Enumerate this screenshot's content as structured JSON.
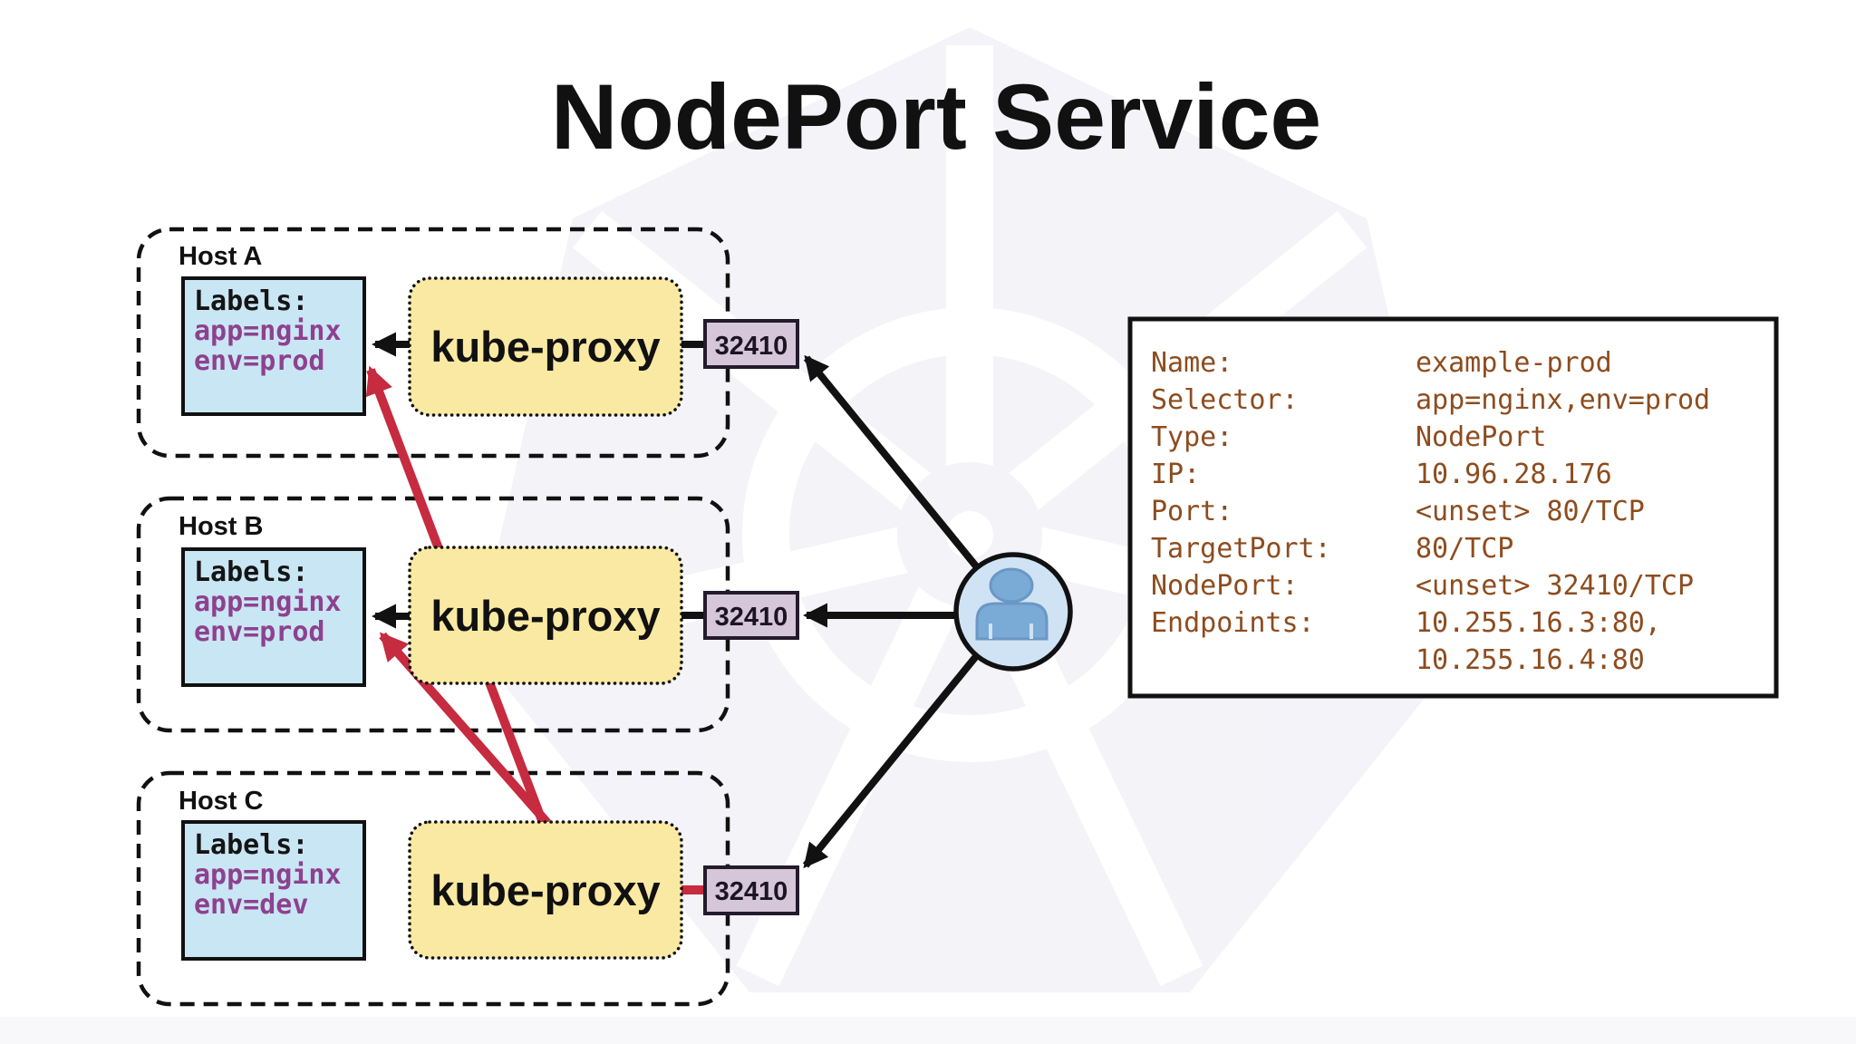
{
  "title": "NodePort Service",
  "hosts": [
    {
      "name": "Host A",
      "pod": {
        "heading": "Labels:",
        "labels": [
          "app=nginx",
          "env=prod"
        ]
      },
      "proxy": "kube-proxy",
      "node_port": "32410"
    },
    {
      "name": "Host B",
      "pod": {
        "heading": "Labels:",
        "labels": [
          "app=nginx",
          "env=prod"
        ]
      },
      "proxy": "kube-proxy",
      "node_port": "32410"
    },
    {
      "name": "Host C",
      "pod": {
        "heading": "Labels:",
        "labels": [
          "app=nginx",
          "env=dev"
        ]
      },
      "proxy": "kube-proxy",
      "node_port": "32410"
    }
  ],
  "service_info": {
    "rows": [
      {
        "label": "Name:",
        "value": "example-prod"
      },
      {
        "label": "Selector:",
        "value": "app=nginx,env=prod"
      },
      {
        "label": "Type:",
        "value": "NodePort"
      },
      {
        "label": "IP:",
        "value": "10.96.28.176"
      },
      {
        "label": "Port:",
        "value": "<unset>  80/TCP"
      },
      {
        "label": "TargetPort:",
        "value": "80/TCP"
      },
      {
        "label": "NodePort:",
        "value": "<unset>  32410/TCP"
      },
      {
        "label": "Endpoints:",
        "value": "10.255.16.3:80,"
      },
      {
        "label": "",
        "value": "10.255.16.4:80"
      }
    ]
  },
  "client": {
    "icon": "user-icon"
  },
  "watermark": {
    "icon": "kubernetes-logo-watermark"
  },
  "colors": {
    "title_text": "#111111",
    "black_arrow": "#111111",
    "red_arrow": "#c62b40",
    "pod_fill": "#c9e6f4",
    "proxy_fill": "#fae9a2",
    "port_fill": "#d6c6d9",
    "label_purple": "#8e4190",
    "info_brown": "#8d4c1e",
    "client_circle": "#cfe3f4",
    "person_blue": "#7aaad6",
    "watermark_tint": "#f2f2f8"
  }
}
